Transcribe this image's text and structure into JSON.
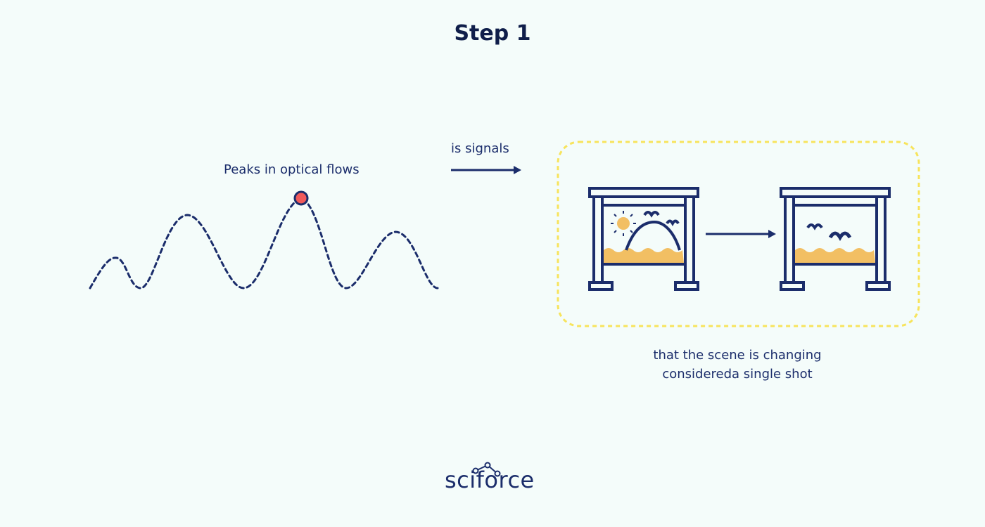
{
  "title": "Step 1",
  "wave": {
    "label": "Peaks in optical flows"
  },
  "connector": {
    "label": "is signals"
  },
  "scene": {
    "caption_line1": "that the scene is changing",
    "caption_line2": "considereda single shot",
    "frame_before_icon": "sun-mountain-landscape-icon",
    "frame_after_icon": "birds-landscape-icon"
  },
  "logo": {
    "text": "sciforce"
  },
  "colors": {
    "background": "#f4fcfa",
    "navy": "#1b2d6b",
    "peak_dot": "#f05a5b",
    "highlight_border": "#f7e45c",
    "sand": "#f2bf63"
  }
}
